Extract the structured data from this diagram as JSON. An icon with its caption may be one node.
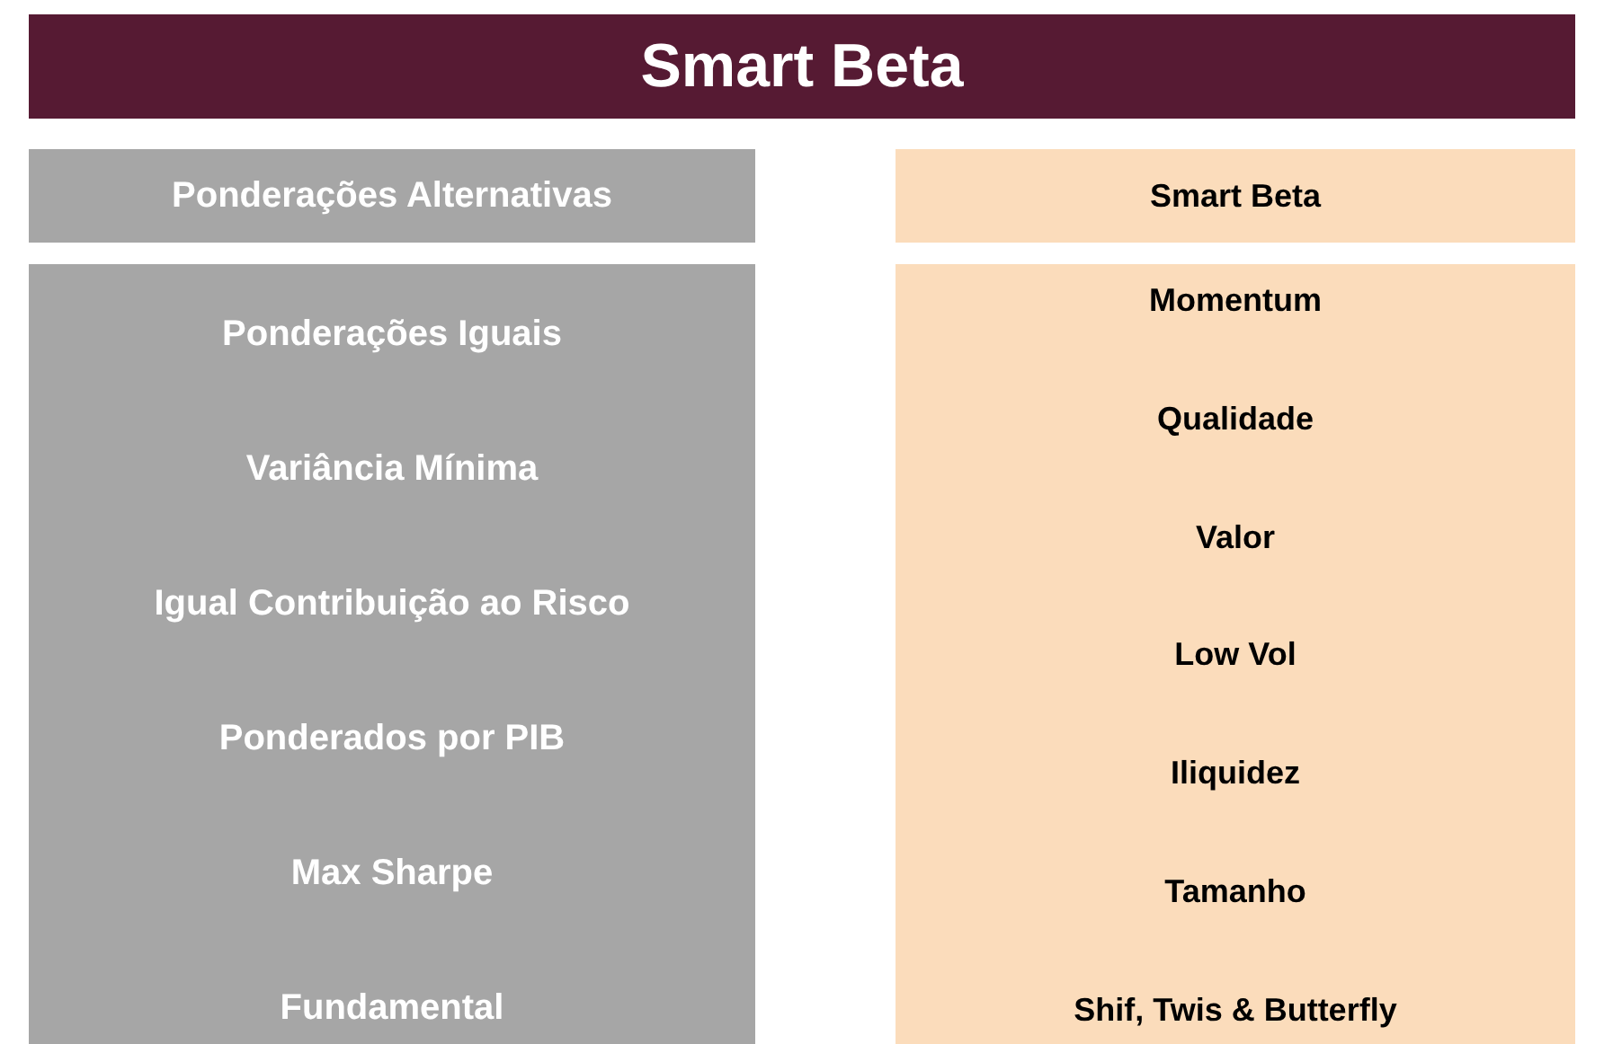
{
  "diagram": {
    "title": "Smart Beta",
    "nodes": [
      {
        "text": [
          "Ponderações Alternativas"
        ]
      },
      {
        "text": [
          "Ponderações Iguais",
          "Variância Mínima",
          "Igual Contribuição ao Risco",
          "Ponderados por PIB",
          "Max Sharpe",
          "Fundamental"
        ]
      },
      {
        "text": [
          "Smart Beta"
        ]
      },
      {
        "text": [
          "Momentum",
          "Qualidade",
          "Valor",
          "Low Vol",
          "Iliquidez",
          "Tamanho",
          "Shif, Twis & Butterfly"
        ]
      }
    ],
    "edges": []
  }
}
